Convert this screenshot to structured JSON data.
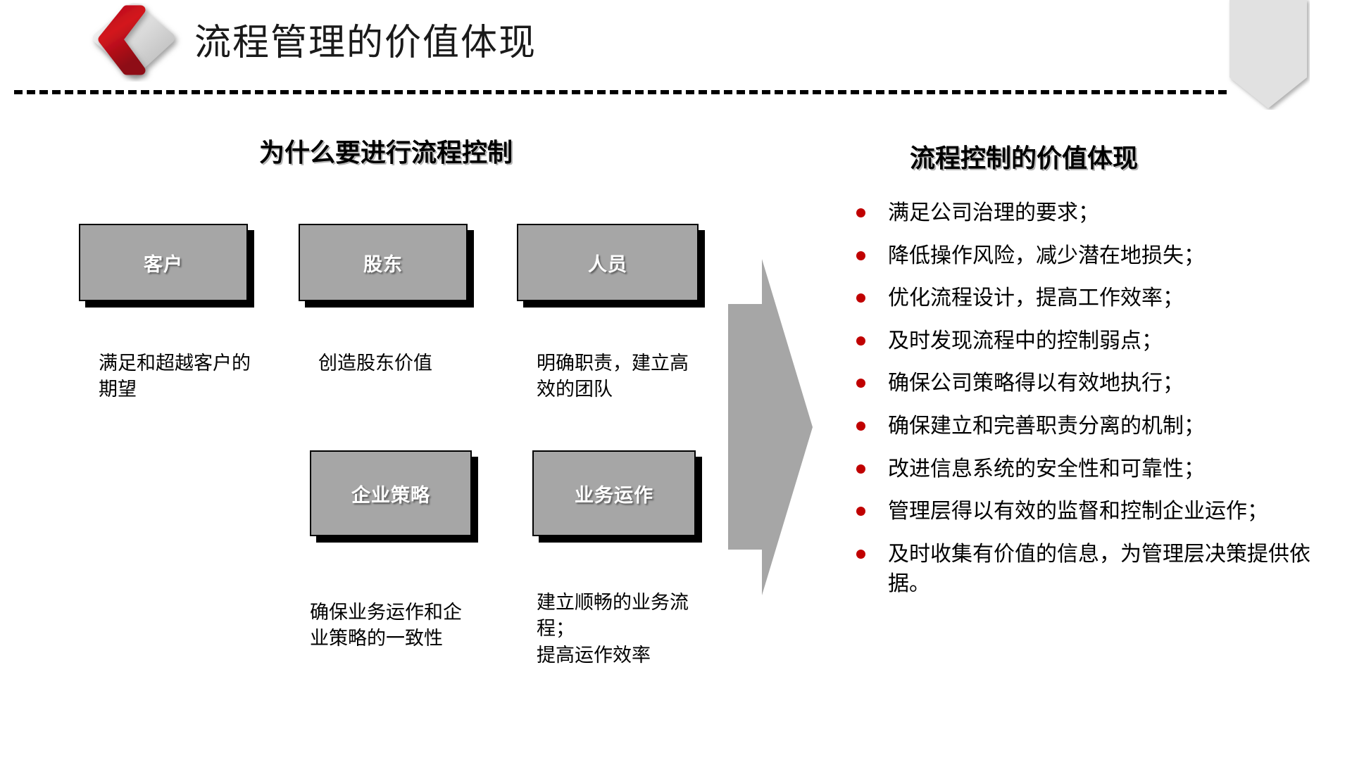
{
  "header": {
    "title": "流程管理的价值体现",
    "logo_icon": "red-chevron-gray-diamond-logo",
    "ribbon_icon": "corner-ribbon-shape"
  },
  "left_section": {
    "heading": "为什么要进行流程控制",
    "boxes": [
      {
        "id": "customer",
        "label": "客户",
        "caption": "满足和超越客户的期望"
      },
      {
        "id": "shareholder",
        "label": "股东",
        "caption": "创造股东价值"
      },
      {
        "id": "staff",
        "label": "人员",
        "caption": "明确职责，建立高效的团队"
      },
      {
        "id": "strategy",
        "label": "企业策略",
        "caption": "确保业务运作和企业策略的一致性"
      },
      {
        "id": "operation",
        "label": "业务运作",
        "caption": "建立顺畅的业务流程；\n提高运作效率"
      }
    ]
  },
  "center": {
    "arrow_icon": "right-arrow-icon"
  },
  "right_section": {
    "heading": "流程控制的价值体现",
    "items": [
      "满足公司治理的要求；",
      "降低操作风险，减少潜在地损失；",
      "优化流程设计，提高工作效率；",
      "及时发现流程中的控制弱点；",
      "确保公司策略得以有效地执行；",
      "确保建立和完善职责分离的机制；",
      "改进信息系统的安全性和可靠性；",
      "管理层得以有效的监督和控制企业运作；",
      "及时收集有价值的信息，为管理层决策提供依据。"
    ]
  },
  "colors": {
    "accent_red": "#c00000",
    "box_gray": "#a6a6a6",
    "arrow_gray": "#a6a6a6",
    "ribbon_gray": "#e0e0e0",
    "text_black": "#000000",
    "box_text_white": "#ffffff"
  }
}
